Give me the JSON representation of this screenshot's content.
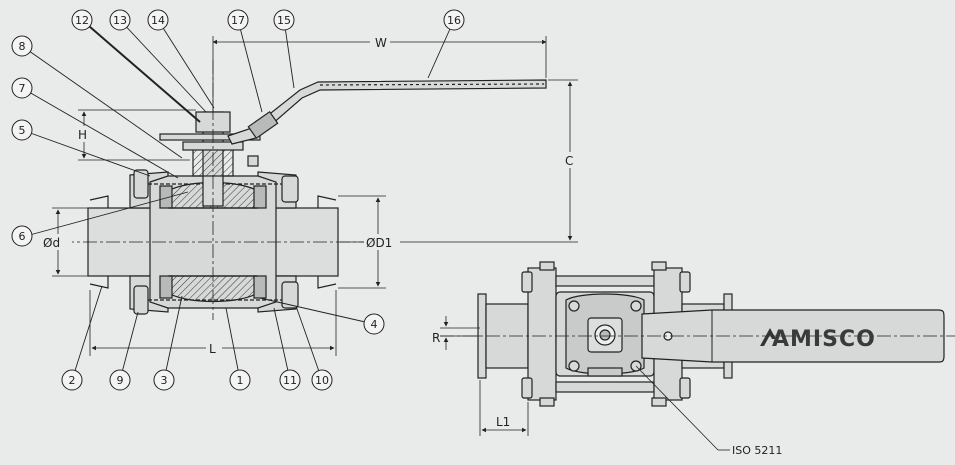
{
  "diagram": {
    "callouts": [
      "1",
      "2",
      "3",
      "4",
      "5",
      "6",
      "7",
      "8",
      "9",
      "10",
      "11",
      "12",
      "13",
      "14",
      "15",
      "16",
      "17"
    ],
    "dimensions": {
      "W": "W",
      "H": "H",
      "C": "C",
      "d": "Ød",
      "D1": "ØD1",
      "L": "L",
      "L1": "L1",
      "R": "R"
    },
    "iso_label": "ISO 5211",
    "brand": "AMISCO",
    "colors": {
      "background": "#e9eaea",
      "line": "#222222",
      "fill": "#d7d8d8",
      "dark_fill": "#b8b9b9"
    }
  }
}
